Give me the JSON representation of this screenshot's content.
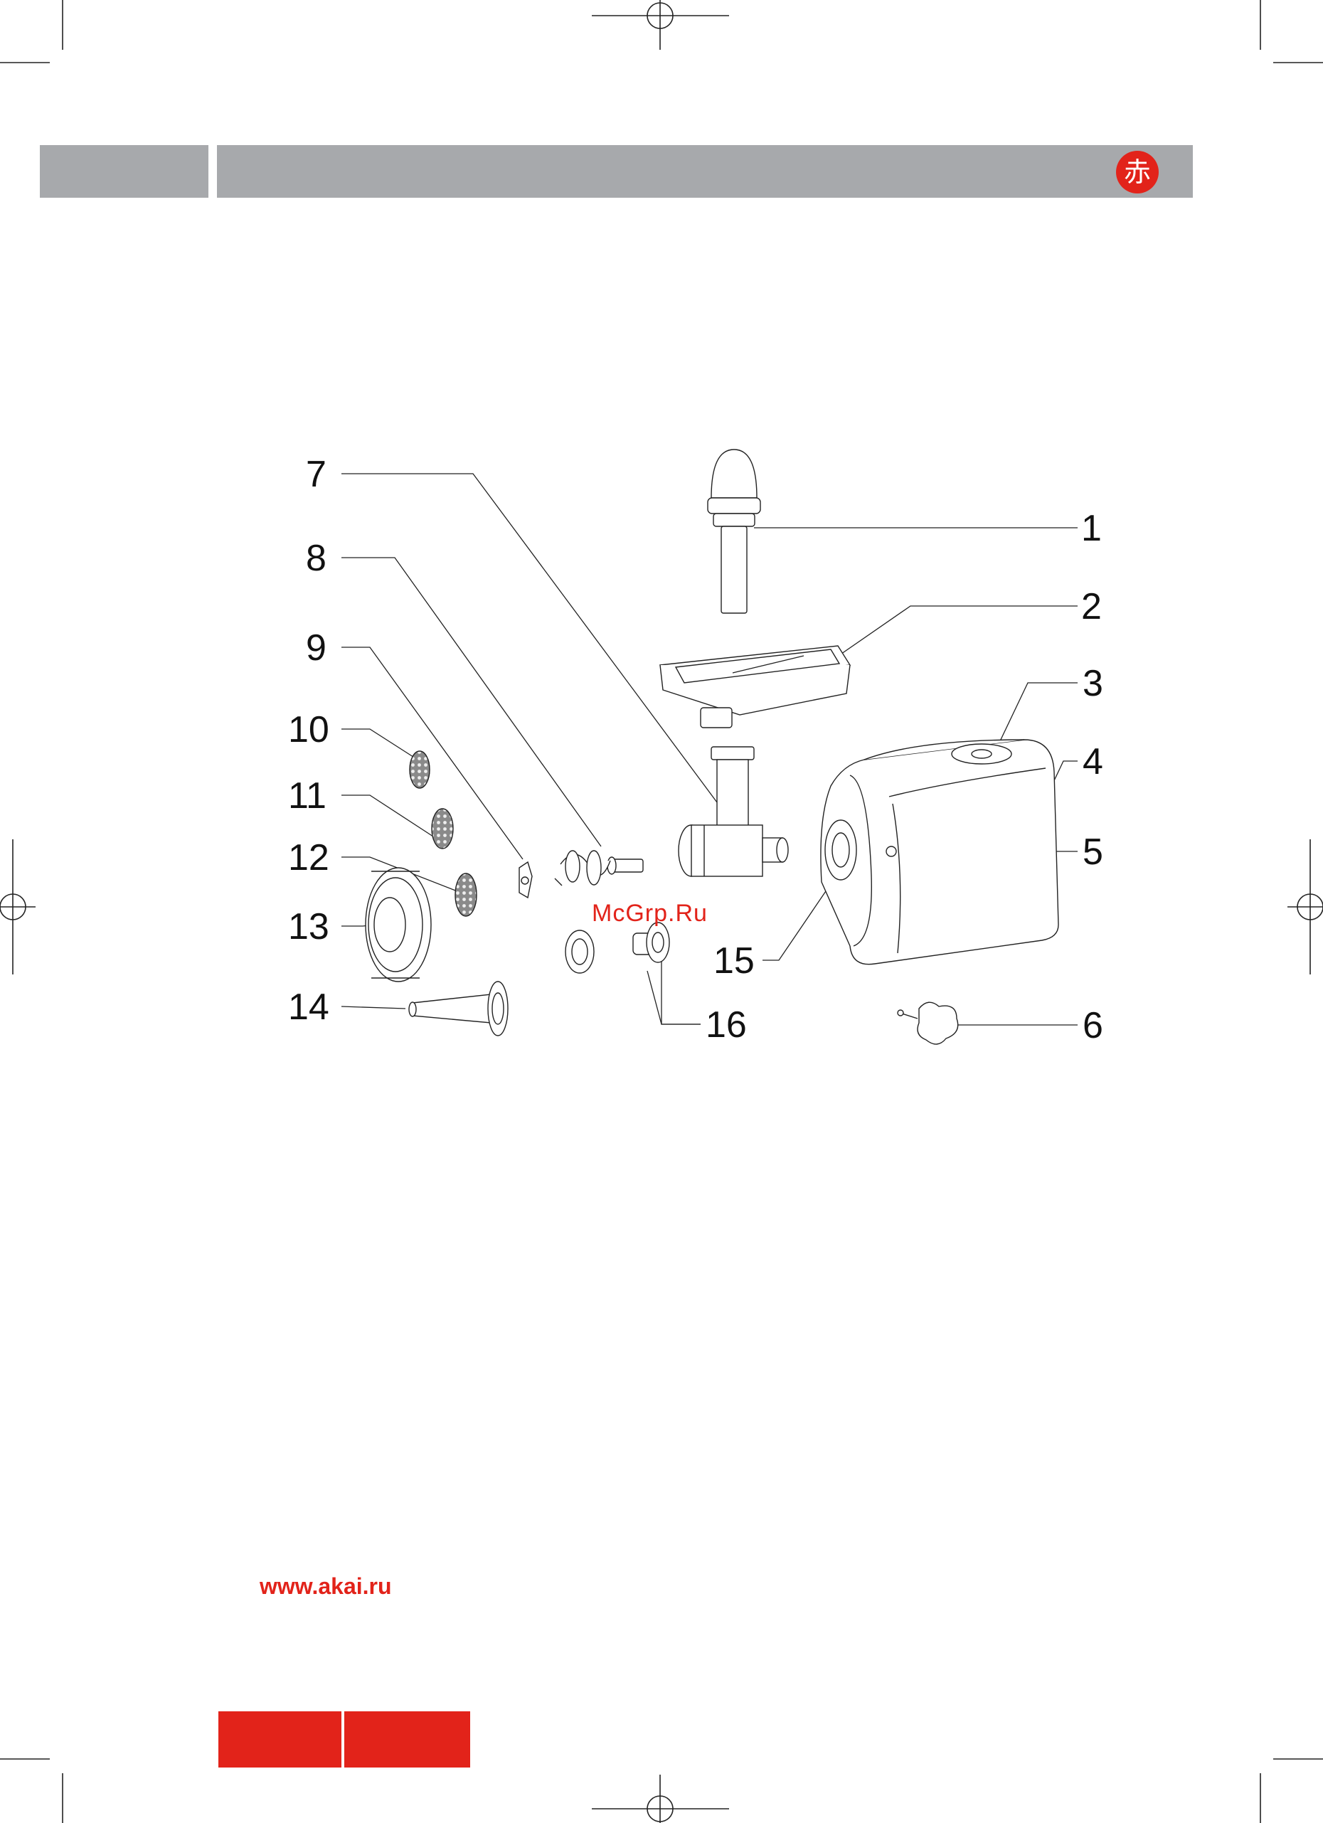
{
  "header": {
    "brand_seal_char": "赤",
    "bar_color": "#a7a9ac",
    "accent_color": "#e2231a"
  },
  "diagram": {
    "callouts": [
      {
        "id": "1",
        "label": "1",
        "part": "pusher"
      },
      {
        "id": "2",
        "label": "2",
        "part": "food-tray"
      },
      {
        "id": "3",
        "label": "3",
        "part": "switch"
      },
      {
        "id": "4",
        "label": "4",
        "part": "motor-housing"
      },
      {
        "id": "5",
        "label": "5",
        "part": "release-button"
      },
      {
        "id": "6",
        "label": "6",
        "part": "locking-knob"
      },
      {
        "id": "7",
        "label": "7",
        "part": "grinder-head"
      },
      {
        "id": "8",
        "label": "8",
        "part": "auger"
      },
      {
        "id": "9",
        "label": "9",
        "part": "cutting-blade"
      },
      {
        "id": "10",
        "label": "10",
        "part": "fine-plate"
      },
      {
        "id": "11",
        "label": "11",
        "part": "medium-plate"
      },
      {
        "id": "12",
        "label": "12",
        "part": "coarse-plate"
      },
      {
        "id": "13",
        "label": "13",
        "part": "ring-nut"
      },
      {
        "id": "14",
        "label": "14",
        "part": "sausage-nozzle"
      },
      {
        "id": "15",
        "label": "15",
        "part": "drive-socket"
      },
      {
        "id": "16",
        "label": "16",
        "part": "kebbe-attachment"
      }
    ],
    "watermark": "McGrp.Ru"
  },
  "footer": {
    "url": "www.akai.ru"
  }
}
